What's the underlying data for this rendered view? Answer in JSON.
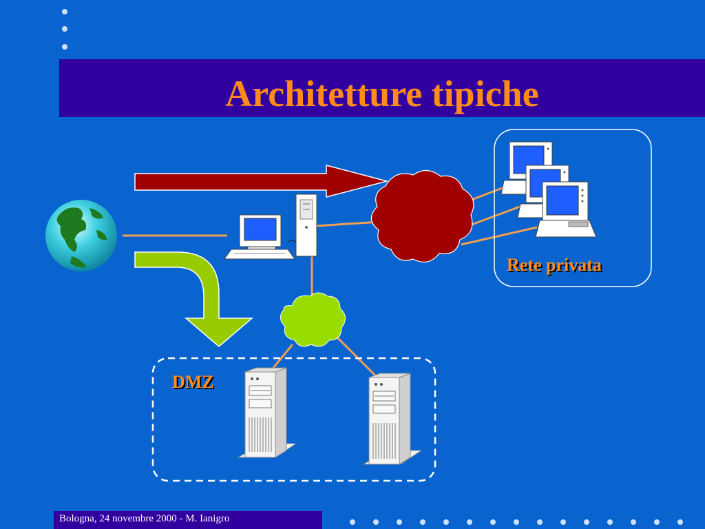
{
  "slide": {
    "title": "Architetture tipiche",
    "footer": "Bologna, 24 novembre 2000 - M. Ianigro"
  },
  "diagram": {
    "labels": {
      "dmz": "DMZ",
      "private_network": "Rete privata"
    },
    "colors": {
      "background": "#0a64cf",
      "title_bar": "#3300a0",
      "title_text": "#ff8c1a",
      "red_arrow": "#a00000",
      "green_arrow": "#99cc00",
      "cloud": "#a00000",
      "small_cloud": "#99dd00",
      "link_lines": "#f0a050",
      "screen": "#1f5fff"
    },
    "icons": [
      "globe-icon",
      "workstation-icon",
      "tower-pc-icon",
      "server-icon",
      "cloud-icon",
      "desktop-computer-icon"
    ]
  }
}
